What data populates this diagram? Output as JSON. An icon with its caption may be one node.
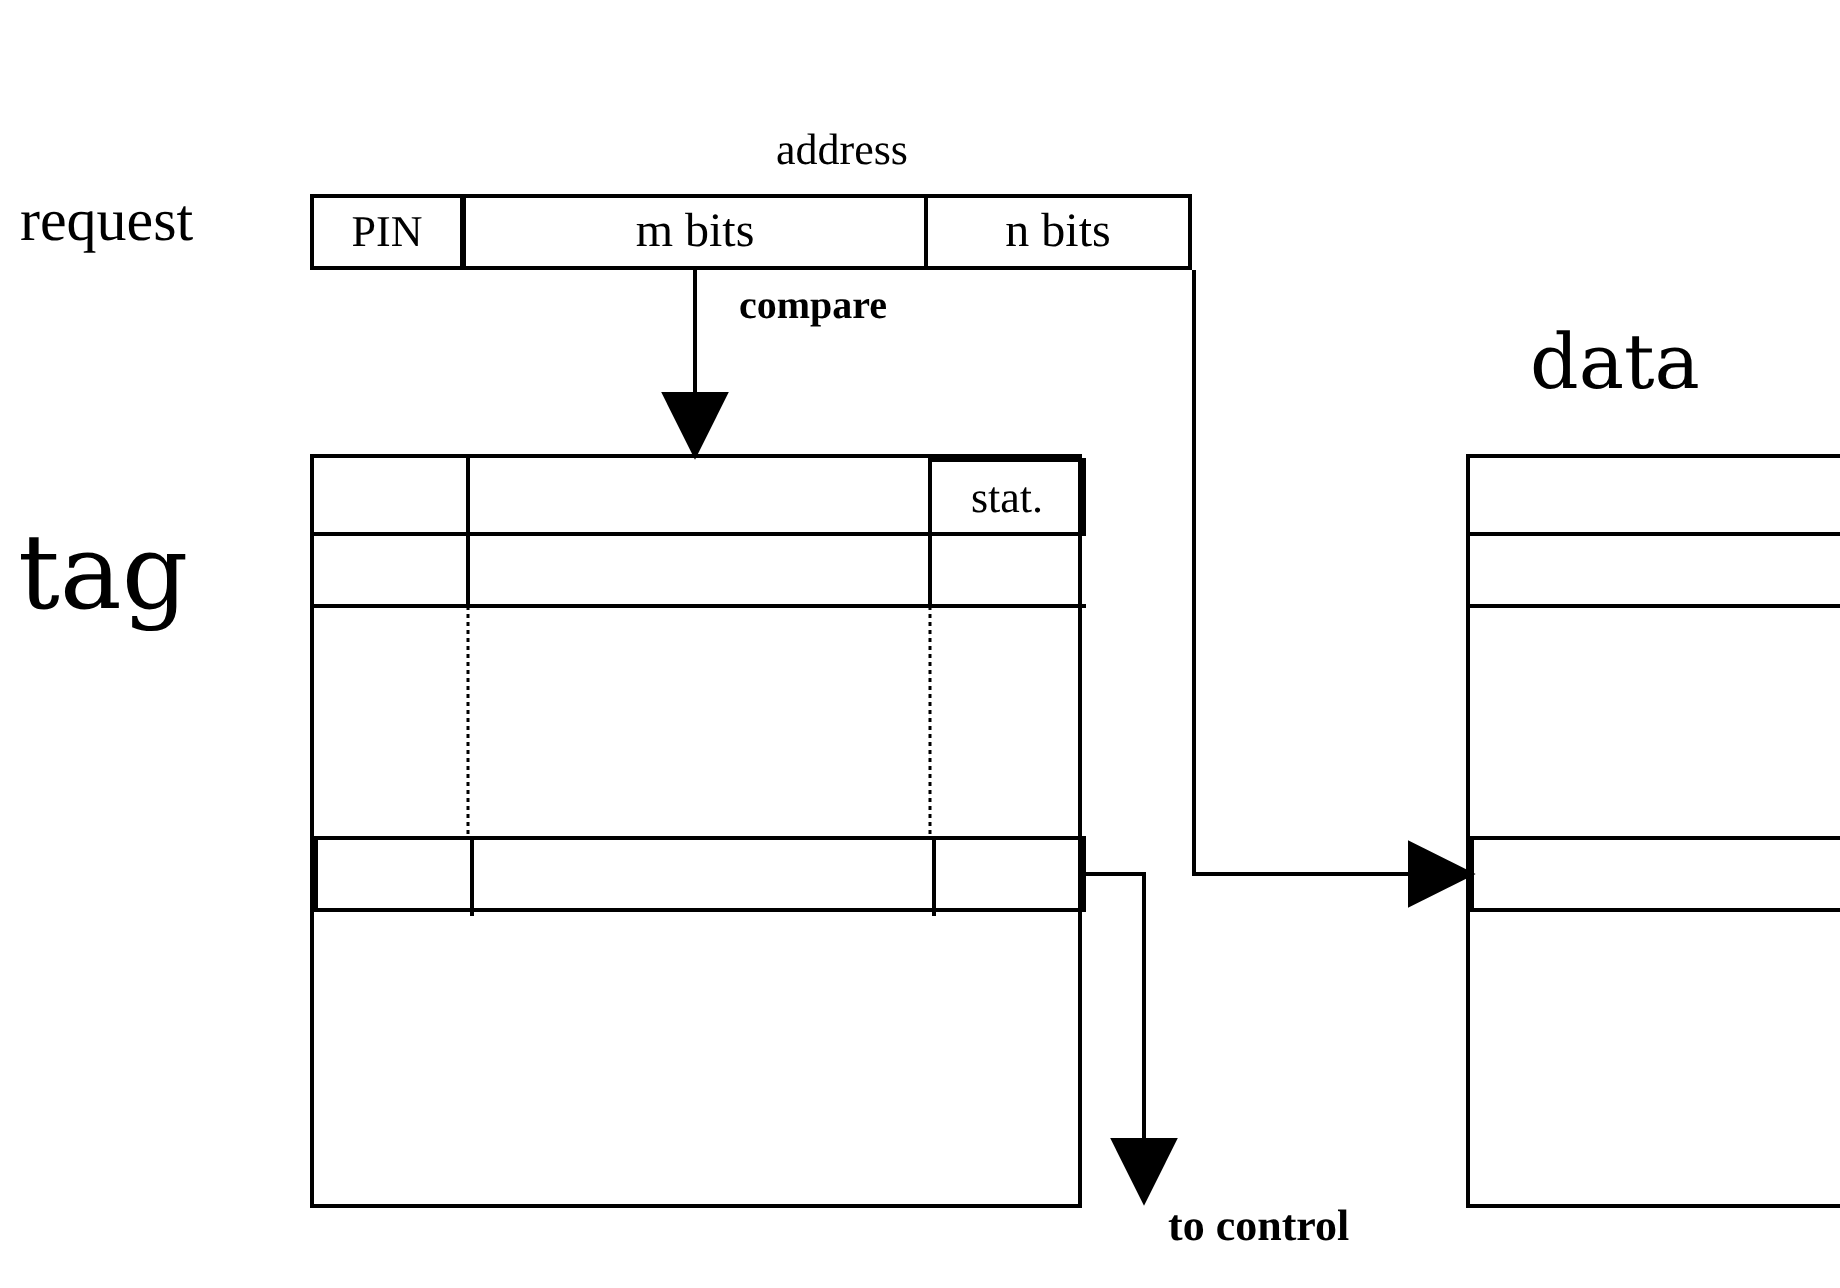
{
  "diagram": {
    "nodes": [
      {
        "text": [
          "PIN"
        ]
      },
      {
        "text": [
          "m bits"
        ]
      },
      {
        "text": [
          "n bits"
        ]
      },
      {
        "text": [
          "tag"
        ]
      },
      {
        "text": [
          "data"
        ]
      },
      {
        "text": [
          "stat."
        ],
        "in": 3
      },
      {
        "text": [],
        "shape": "box",
        "in": 3
      },
      {
        "text": [],
        "shape": "box",
        "in": 4
      },
      {
        "text": [
          "to control"
        ]
      }
    ],
    "edges": [
      {
        "from": 1,
        "to": 3,
        "arrow": "to",
        "label": "compare"
      },
      {
        "from": 2,
        "to": 7,
        "arrow": "to"
      },
      {
        "from": 6,
        "to": 8,
        "arrow": "to"
      }
    ],
    "labels": [
      "address",
      "request"
    ]
  }
}
